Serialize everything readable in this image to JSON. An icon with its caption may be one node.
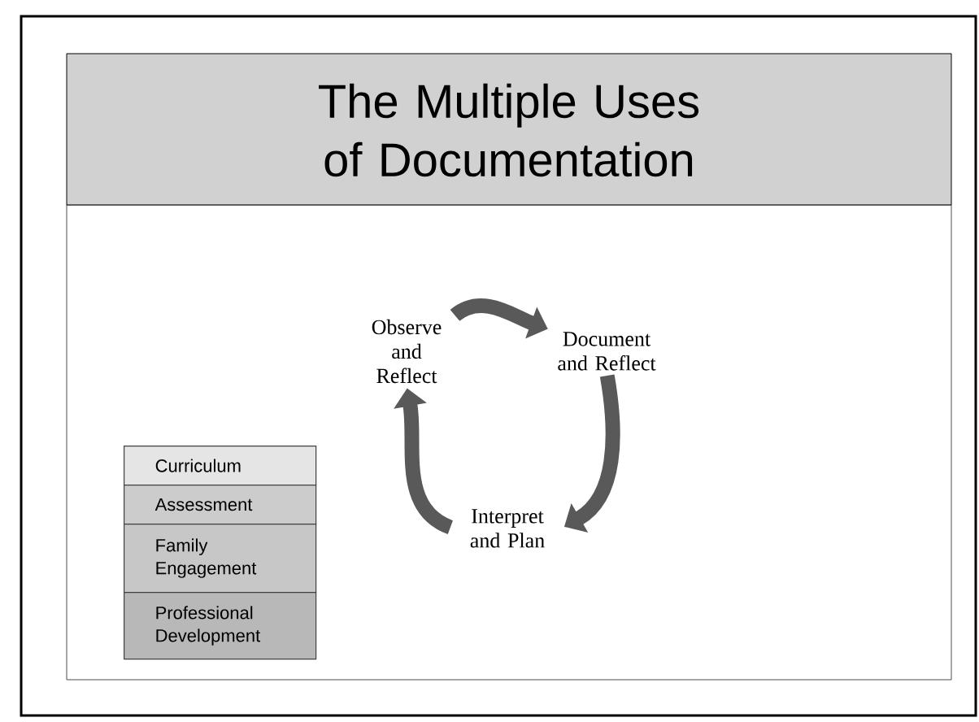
{
  "diagram": {
    "title": "The Multiple Uses of Documentation",
    "nodes": [
      {
        "text": [
          "Observe and Reflect"
        ]
      },
      {
        "text": [
          "Document and Reflect"
        ]
      },
      {
        "text": [
          "Interpret and Plan"
        ]
      },
      {
        "text": [
          "Curriculum"
        ]
      },
      {
        "text": [
          "Assessment"
        ]
      },
      {
        "text": [
          "Family Engagement"
        ]
      },
      {
        "text": [
          "Professional Development"
        ]
      }
    ],
    "edges": [
      {
        "from": 0,
        "to": 1,
        "arrow": "to"
      },
      {
        "from": 1,
        "to": 2,
        "arrow": "to"
      },
      {
        "from": 2,
        "to": 0,
        "arrow": "to"
      }
    ]
  }
}
